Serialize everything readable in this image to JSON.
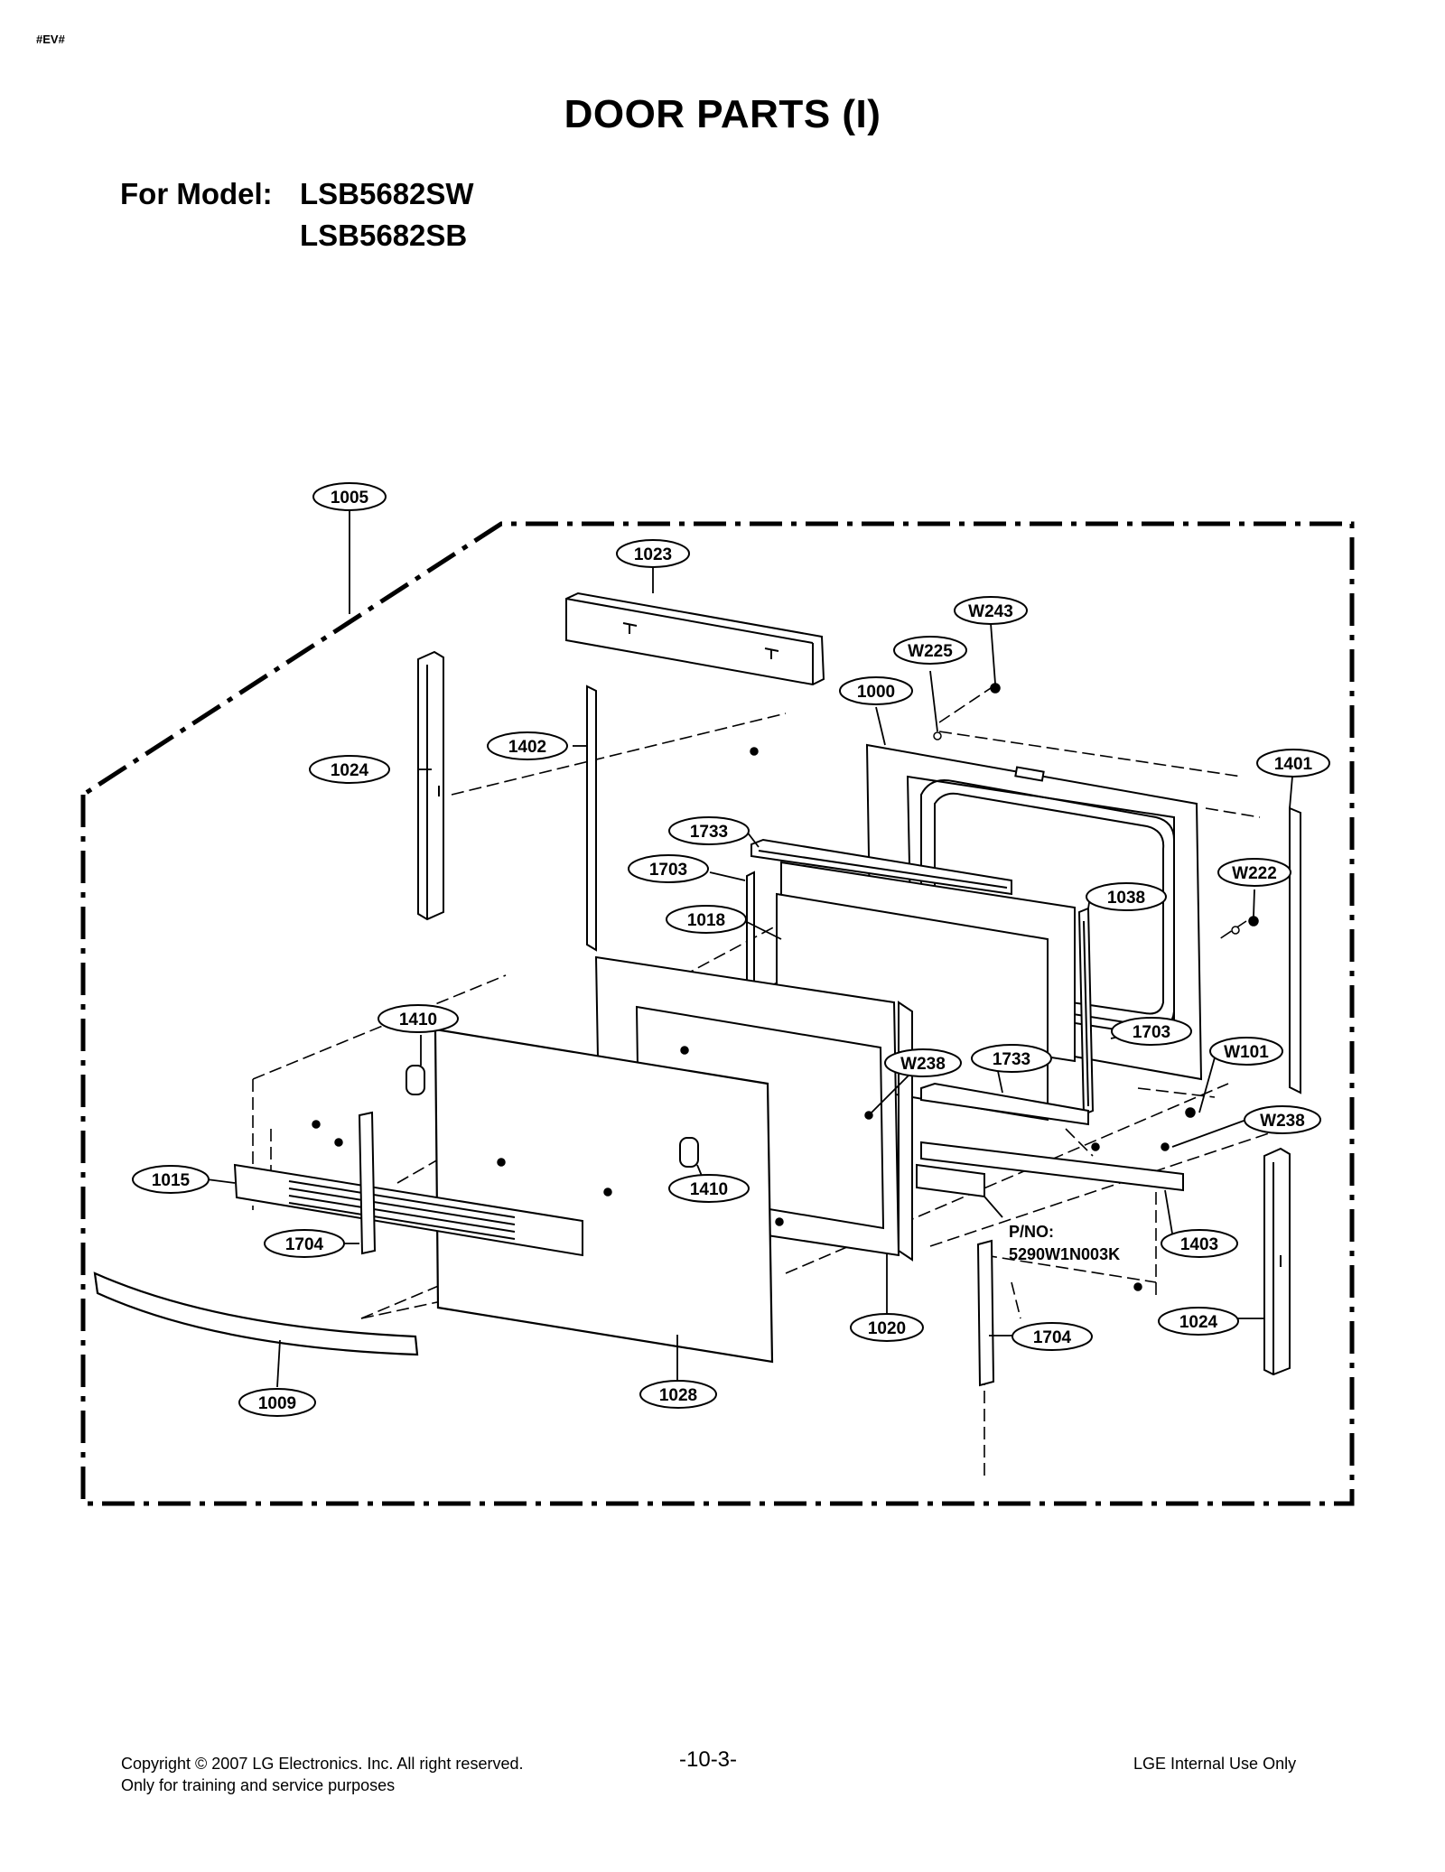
{
  "header": {
    "corner_tag": "#EV#",
    "title": "DOOR PARTS (I)",
    "model_label": "For Model:",
    "models": [
      "LSB5682SW",
      "LSB5682SB"
    ]
  },
  "diagram": {
    "callouts": [
      "1005",
      "1023",
      "W243",
      "W225",
      "1000",
      "1024",
      "1402",
      "1401",
      "1733",
      "1703",
      "W222",
      "1018",
      "1038",
      "1410",
      "1703",
      "W101",
      "W238",
      "1733",
      "W238",
      "1015",
      "1410",
      "1704",
      "1403",
      "1020",
      "1024",
      "1704",
      "1009",
      "1028"
    ],
    "pno_label": "P/NO:",
    "pno_value": "5290W1N003K"
  },
  "footer": {
    "copyright": "Copyright © 2007 LG Electronics. Inc. All right reserved.",
    "training": "Only for training and service purposes",
    "page_number": "-10-3-",
    "internal": "LGE Internal Use Only"
  }
}
